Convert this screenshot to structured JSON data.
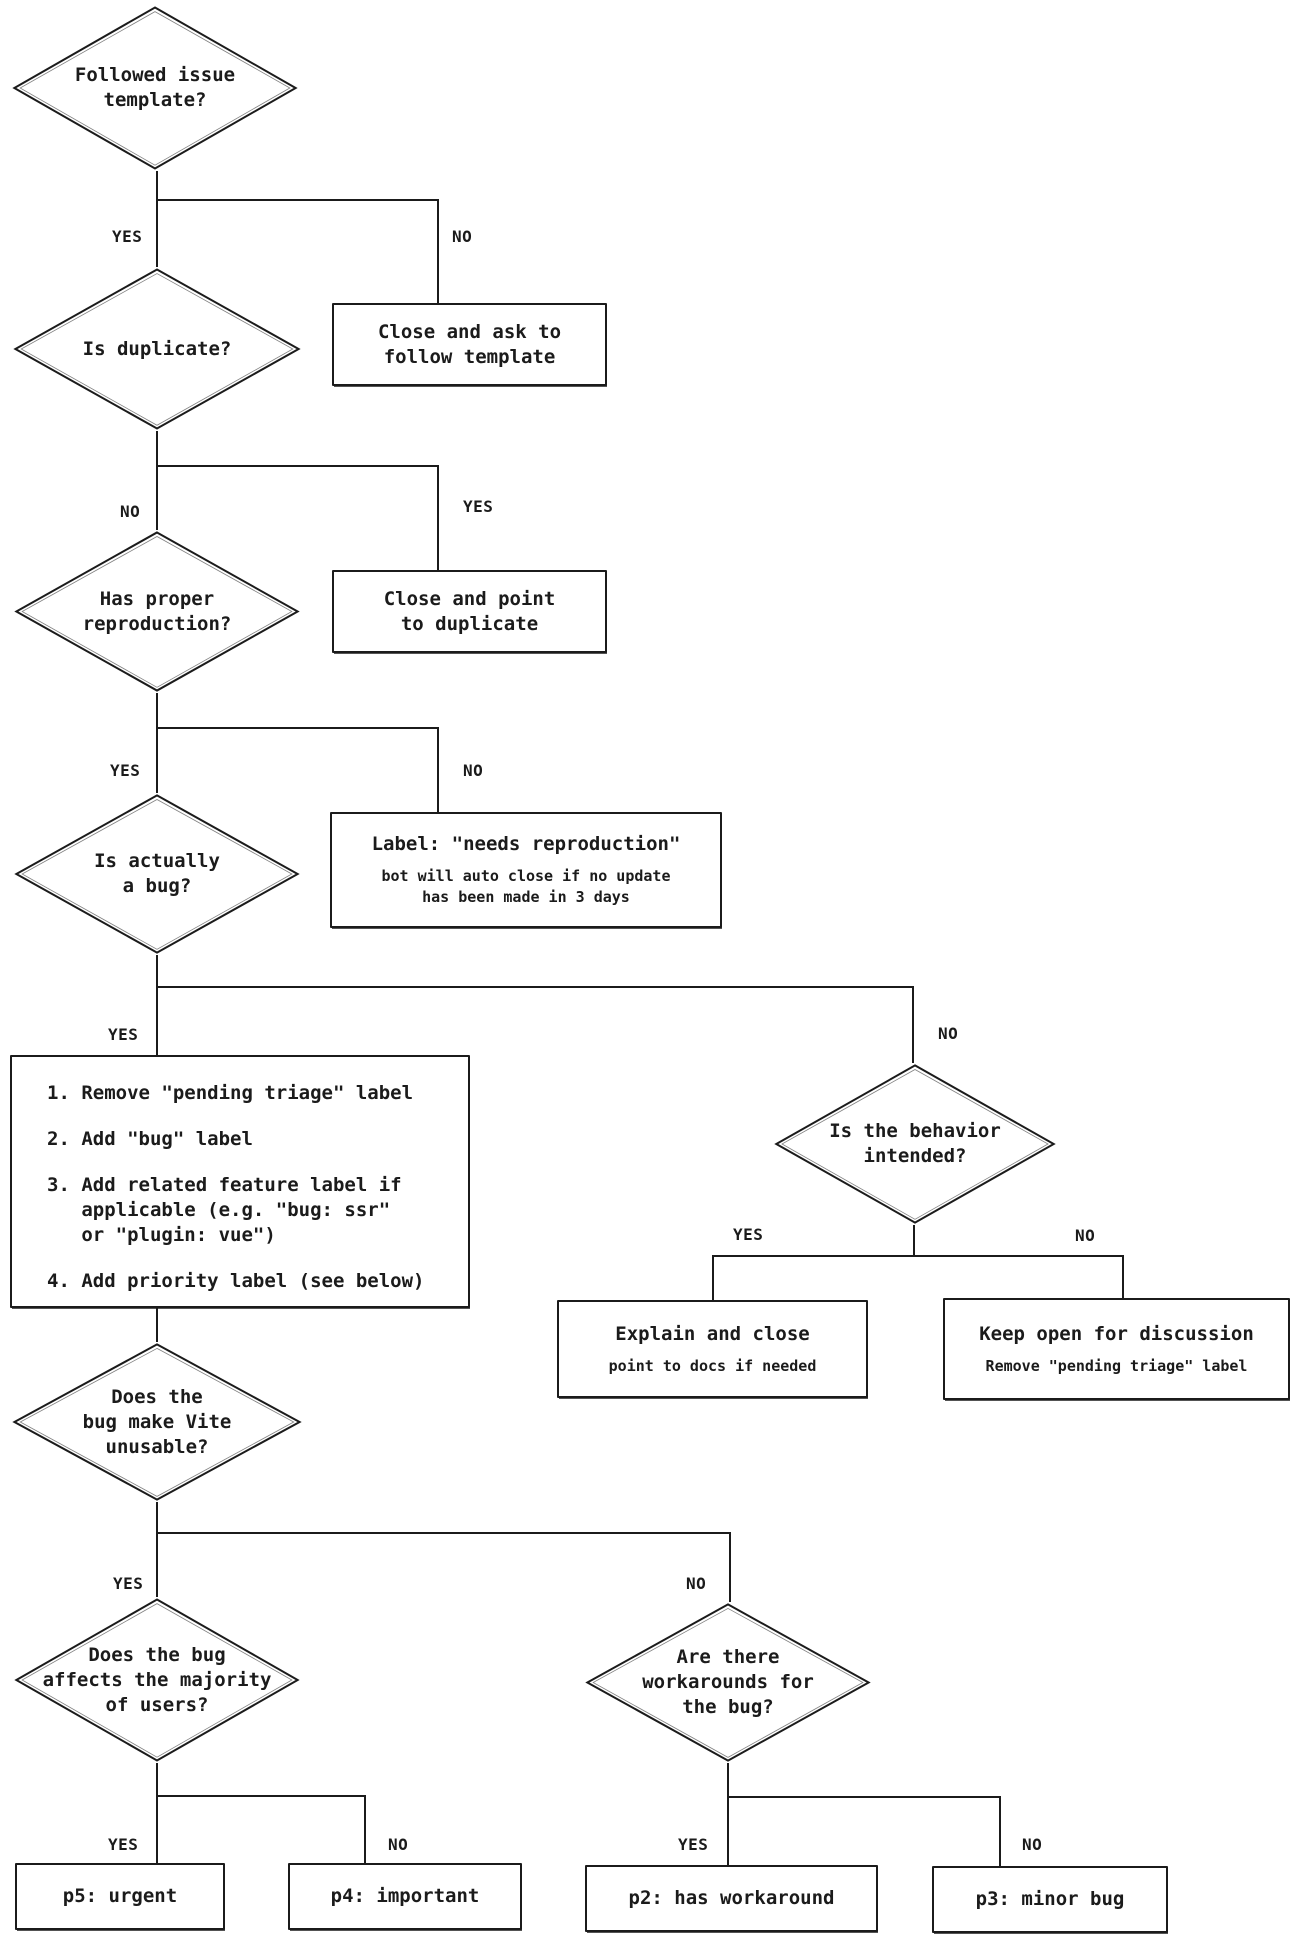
{
  "diagram": {
    "type": "flowchart",
    "colors": {
      "background": "#ffffff",
      "stroke": "#1b1b1b",
      "text": "#1b1b1b"
    },
    "decisions": [
      {
        "id": "followed-issue-template",
        "label": "Followed issue\ntemplate?"
      },
      {
        "id": "is-duplicate",
        "label": "Is duplicate?"
      },
      {
        "id": "has-proper-reproduction",
        "label": "Has proper\nreproduction?"
      },
      {
        "id": "is-actually-a-bug",
        "label": "Is actually\na bug?"
      },
      {
        "id": "is-behavior-intended",
        "label": "Is the behavior\nintended?"
      },
      {
        "id": "does-bug-make-vite-unusable",
        "label": "Does the\nbug make Vite\nunusable?"
      },
      {
        "id": "does-bug-affect-majority",
        "label": "Does the bug\naffects the majority\nof users?"
      },
      {
        "id": "are-there-workarounds",
        "label": "Are there\nworkarounds for\nthe bug?"
      }
    ],
    "actions": [
      {
        "id": "close-and-ask-to-follow-template",
        "title": "Close and ask to\nfollow template"
      },
      {
        "id": "close-and-point-to-duplicate",
        "title": "Close and point\nto duplicate"
      },
      {
        "id": "label-needs-reproduction",
        "title": "Label: \"needs reproduction\"",
        "subtitle": "bot will auto close if no update\nhas been made in 3 days"
      },
      {
        "id": "triage-steps",
        "items": [
          "1. Remove \"pending triage\" label",
          "2. Add \"bug\" label",
          "3. Add related feature label if\n   applicable (e.g. \"bug: ssr\"\n   or \"plugin: vue\")",
          "4. Add priority label (see below)"
        ]
      },
      {
        "id": "explain-and-close",
        "title": "Explain and close",
        "subtitle": "point to docs if needed"
      },
      {
        "id": "keep-open-for-discussion",
        "title": "Keep open for discussion",
        "subtitle": "Remove \"pending triage\" label"
      },
      {
        "id": "p5-urgent",
        "title": "p5: urgent"
      },
      {
        "id": "p4-important",
        "title": "p4: important"
      },
      {
        "id": "p2-has-workaround",
        "title": "p2: has workaround"
      },
      {
        "id": "p3-minor-bug",
        "title": "p3: minor bug"
      }
    ],
    "branches": [
      {
        "from": "followed-issue-template",
        "yes": "YES",
        "no": "NO"
      },
      {
        "from": "is-duplicate",
        "no": "NO",
        "yes": "YES"
      },
      {
        "from": "has-proper-reproduction",
        "yes": "YES",
        "no": "NO"
      },
      {
        "from": "is-actually-a-bug",
        "yes": "YES",
        "no": "NO"
      },
      {
        "from": "is-behavior-intended",
        "yes": "YES",
        "no": "NO"
      },
      {
        "from": "does-bug-make-vite-unusable",
        "yes": "YES",
        "no": "NO"
      },
      {
        "from": "does-bug-affect-majority",
        "yes": "YES",
        "no": "NO"
      },
      {
        "from": "are-there-workarounds",
        "yes": "YES",
        "no": "NO"
      }
    ]
  }
}
